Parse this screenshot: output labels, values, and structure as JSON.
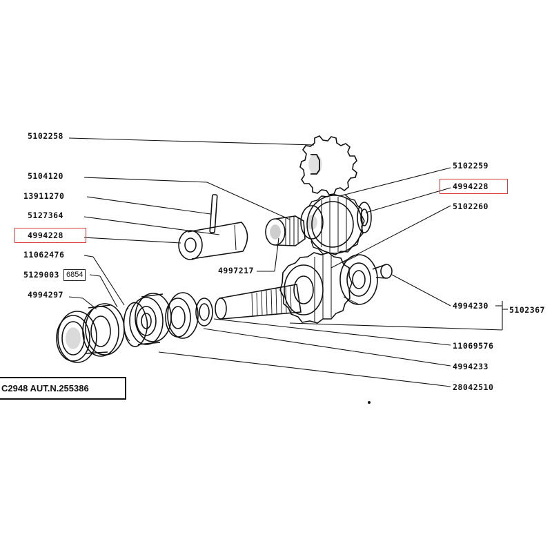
{
  "diagram": {
    "labels": {
      "p5102258": "5102258",
      "p5104120": "5104120",
      "p13911270": "13911270",
      "p5127364": "5127364",
      "p4994228_left": "4994228",
      "p11062476": "11062476",
      "p5129003": "5129003",
      "p6854": "6854",
      "p4994297": "4994297",
      "p4997217": "4997217",
      "p5102259": "5102259",
      "p4994228_right": "4994228",
      "p5102260": "5102260",
      "p4994230": "4994230",
      "p5102367": "5102367",
      "p11069576": "11069576",
      "p4994233": "4994233",
      "p28042510": "28042510"
    },
    "footer": "C2948 AUT.N.255386",
    "highlight_color": "#e0393a"
  }
}
